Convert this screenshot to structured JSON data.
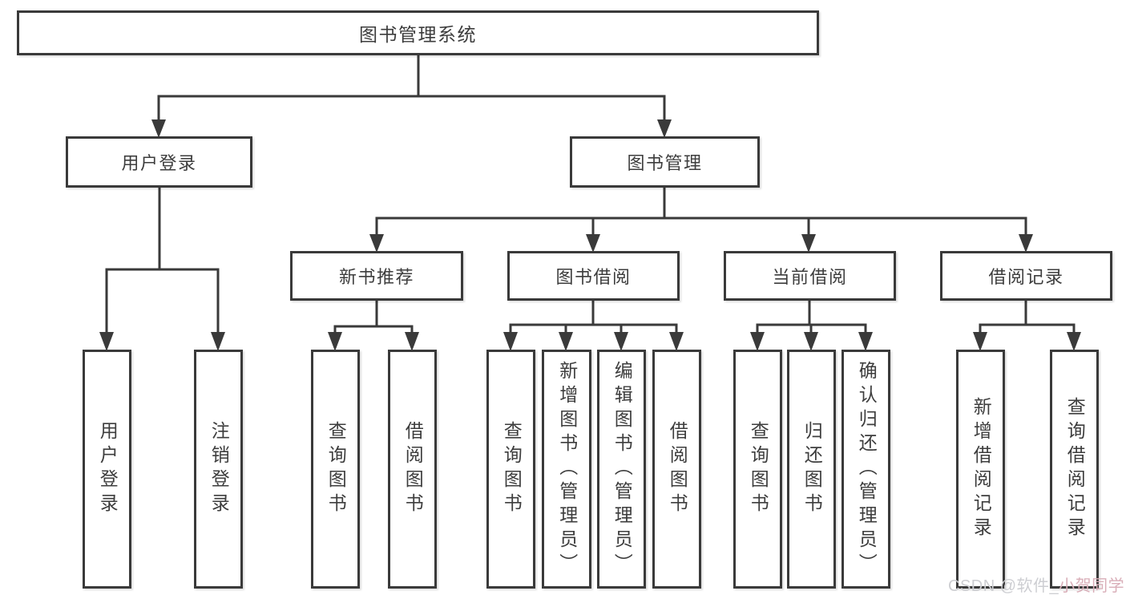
{
  "diagram": {
    "root_label": "图书管理系统",
    "user_login": {
      "label": "用户登录",
      "children": {
        "login": "用户登录",
        "logout": "注销登录"
      }
    },
    "book_mgmt": {
      "label": "图书管理",
      "new_book_rec": {
        "label": "新书推荐",
        "children": {
          "query_book": "查询图书",
          "borrow_book": "借阅图书"
        }
      },
      "book_borrow": {
        "label": "图书借阅",
        "children": {
          "query_book": "查询图书",
          "add_book": "新增图书（管理员）",
          "edit_book": "编辑图书（管理员）",
          "borrow_book": "借阅图书"
        }
      },
      "current_borrow": {
        "label": "当前借阅",
        "children": {
          "query_book": "查询图书",
          "return_book": "归还图书",
          "confirm_return": "确认归还（管理员）"
        }
      },
      "borrow_records": {
        "label": "借阅记录",
        "children": {
          "add_record": "新增借阅记录",
          "query_record": "查询借阅记录"
        }
      }
    }
  },
  "watermark": {
    "gray_text": "CSDN @软件_",
    "pink_text": "小贺同学"
  },
  "colors": {
    "line": "#3a3a3a",
    "text": "#3d3d3d",
    "box_bg": "#ffffff",
    "background": "#ffffff",
    "watermark_gray": "#cdced2",
    "watermark_pink": "#d9aeb8"
  }
}
